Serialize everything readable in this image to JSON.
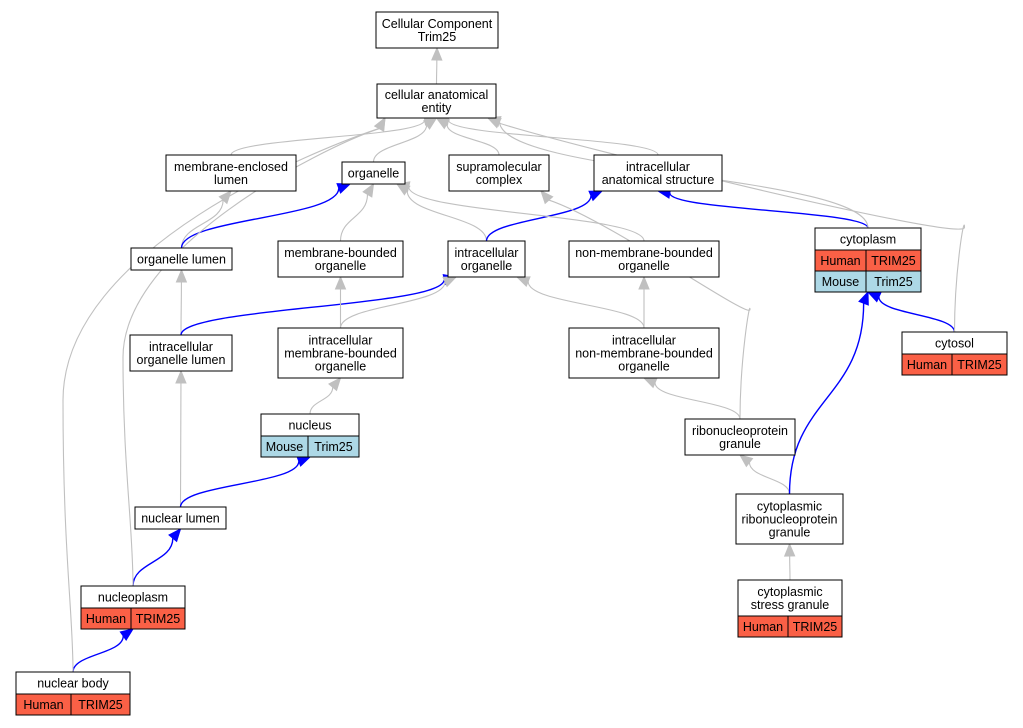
{
  "colors": {
    "edge_gray": "#c0c0c0",
    "edge_blue": "#0000ff",
    "human_fill": "#fa6046",
    "mouse_fill": "#add8e6",
    "node_fill": "#ffffff",
    "stroke": "#000000"
  },
  "nodes": [
    {
      "id": "root",
      "lines": [
        "Cellular Component",
        "Trim25"
      ]
    },
    {
      "id": "cae",
      "lines": [
        "cellular anatomical",
        "entity"
      ]
    },
    {
      "id": "mel",
      "lines": [
        "membrane-enclosed",
        "lumen"
      ]
    },
    {
      "id": "org",
      "lines": [
        "organelle"
      ]
    },
    {
      "id": "smc",
      "lines": [
        "supramolecular",
        "complex"
      ]
    },
    {
      "id": "ias",
      "lines": [
        "intracellular",
        "anatomical structure"
      ]
    },
    {
      "id": "ol",
      "lines": [
        "organelle lumen"
      ]
    },
    {
      "id": "mbo",
      "lines": [
        "membrane-bounded",
        "organelle"
      ]
    },
    {
      "id": "io",
      "lines": [
        "intracellular",
        "organelle"
      ]
    },
    {
      "id": "nmbo",
      "lines": [
        "non-membrane-bounded",
        "organelle"
      ]
    },
    {
      "id": "cyto",
      "lines": [
        "cytoplasm"
      ],
      "annotations": [
        {
          "species": "Human",
          "gene": "TRIM25"
        },
        {
          "species": "Mouse",
          "gene": "Trim25"
        }
      ]
    },
    {
      "id": "iol",
      "lines": [
        "intracellular",
        "organelle lumen"
      ]
    },
    {
      "id": "imbo",
      "lines": [
        "intracellular",
        "membrane-bounded",
        "organelle"
      ]
    },
    {
      "id": "inmbo",
      "lines": [
        "intracellular",
        "non-membrane-bounded",
        "organelle"
      ]
    },
    {
      "id": "cytosol",
      "lines": [
        "cytosol"
      ],
      "annotations": [
        {
          "species": "Human",
          "gene": "TRIM25"
        }
      ]
    },
    {
      "id": "nuc",
      "lines": [
        "nucleus"
      ],
      "annotations": [
        {
          "species": "Mouse",
          "gene": "Trim25"
        }
      ]
    },
    {
      "id": "rnp",
      "lines": [
        "ribonucleoprotein",
        "granule"
      ]
    },
    {
      "id": "nl",
      "lines": [
        "nuclear lumen"
      ]
    },
    {
      "id": "crnp",
      "lines": [
        "cytoplasmic",
        "ribonucleoprotein",
        "granule"
      ]
    },
    {
      "id": "np",
      "lines": [
        "nucleoplasm"
      ],
      "annotations": [
        {
          "species": "Human",
          "gene": "TRIM25"
        }
      ]
    },
    {
      "id": "csg",
      "lines": [
        "cytoplasmic",
        "stress granule"
      ],
      "annotations": [
        {
          "species": "Human",
          "gene": "TRIM25"
        }
      ]
    },
    {
      "id": "nb",
      "lines": [
        "nuclear body"
      ],
      "annotations": [
        {
          "species": "Human",
          "gene": "TRIM25"
        }
      ]
    }
  ],
  "edges": [
    {
      "from": "cae",
      "to": "root",
      "color": "gray"
    },
    {
      "from": "mel",
      "to": "cae",
      "color": "gray"
    },
    {
      "from": "org",
      "to": "cae",
      "color": "gray"
    },
    {
      "from": "smc",
      "to": "cae",
      "color": "gray"
    },
    {
      "from": "ias",
      "to": "cae",
      "color": "gray"
    },
    {
      "from": "ol",
      "to": "mel",
      "color": "gray"
    },
    {
      "from": "ol",
      "to": "org",
      "color": "blue"
    },
    {
      "from": "mbo",
      "to": "org",
      "color": "gray"
    },
    {
      "from": "io",
      "to": "org",
      "color": "gray"
    },
    {
      "from": "io",
      "to": "ias",
      "color": "blue"
    },
    {
      "from": "nmbo",
      "to": "org",
      "color": "gray"
    },
    {
      "from": "cyto",
      "to": "ias",
      "color": "blue"
    },
    {
      "from": "cyto",
      "to": "cae",
      "color": "gray"
    },
    {
      "from": "iol",
      "to": "ol",
      "color": "gray"
    },
    {
      "from": "iol",
      "to": "io",
      "color": "blue"
    },
    {
      "from": "imbo",
      "to": "mbo",
      "color": "gray"
    },
    {
      "from": "imbo",
      "to": "io",
      "color": "gray"
    },
    {
      "from": "inmbo",
      "to": "nmbo",
      "color": "gray"
    },
    {
      "from": "inmbo",
      "to": "io",
      "color": "gray"
    },
    {
      "from": "cytosol",
      "to": "cyto",
      "color": "blue"
    },
    {
      "from": "cytosol",
      "to": "cae",
      "color": "gray"
    },
    {
      "from": "nuc",
      "to": "imbo",
      "color": "gray"
    },
    {
      "from": "rnp",
      "to": "inmbo",
      "color": "gray"
    },
    {
      "from": "rnp",
      "to": "smc",
      "color": "gray"
    },
    {
      "from": "nl",
      "to": "iol",
      "color": "gray"
    },
    {
      "from": "nl",
      "to": "nuc",
      "color": "blue"
    },
    {
      "from": "crnp",
      "to": "rnp",
      "color": "gray"
    },
    {
      "from": "crnp",
      "to": "cyto",
      "color": "blue"
    },
    {
      "from": "np",
      "to": "nl",
      "color": "blue"
    },
    {
      "from": "np",
      "to": "cae",
      "color": "gray"
    },
    {
      "from": "csg",
      "to": "crnp",
      "color": "gray"
    },
    {
      "from": "nb",
      "to": "np",
      "color": "blue"
    },
    {
      "from": "nb",
      "to": "cae",
      "color": "gray"
    }
  ]
}
